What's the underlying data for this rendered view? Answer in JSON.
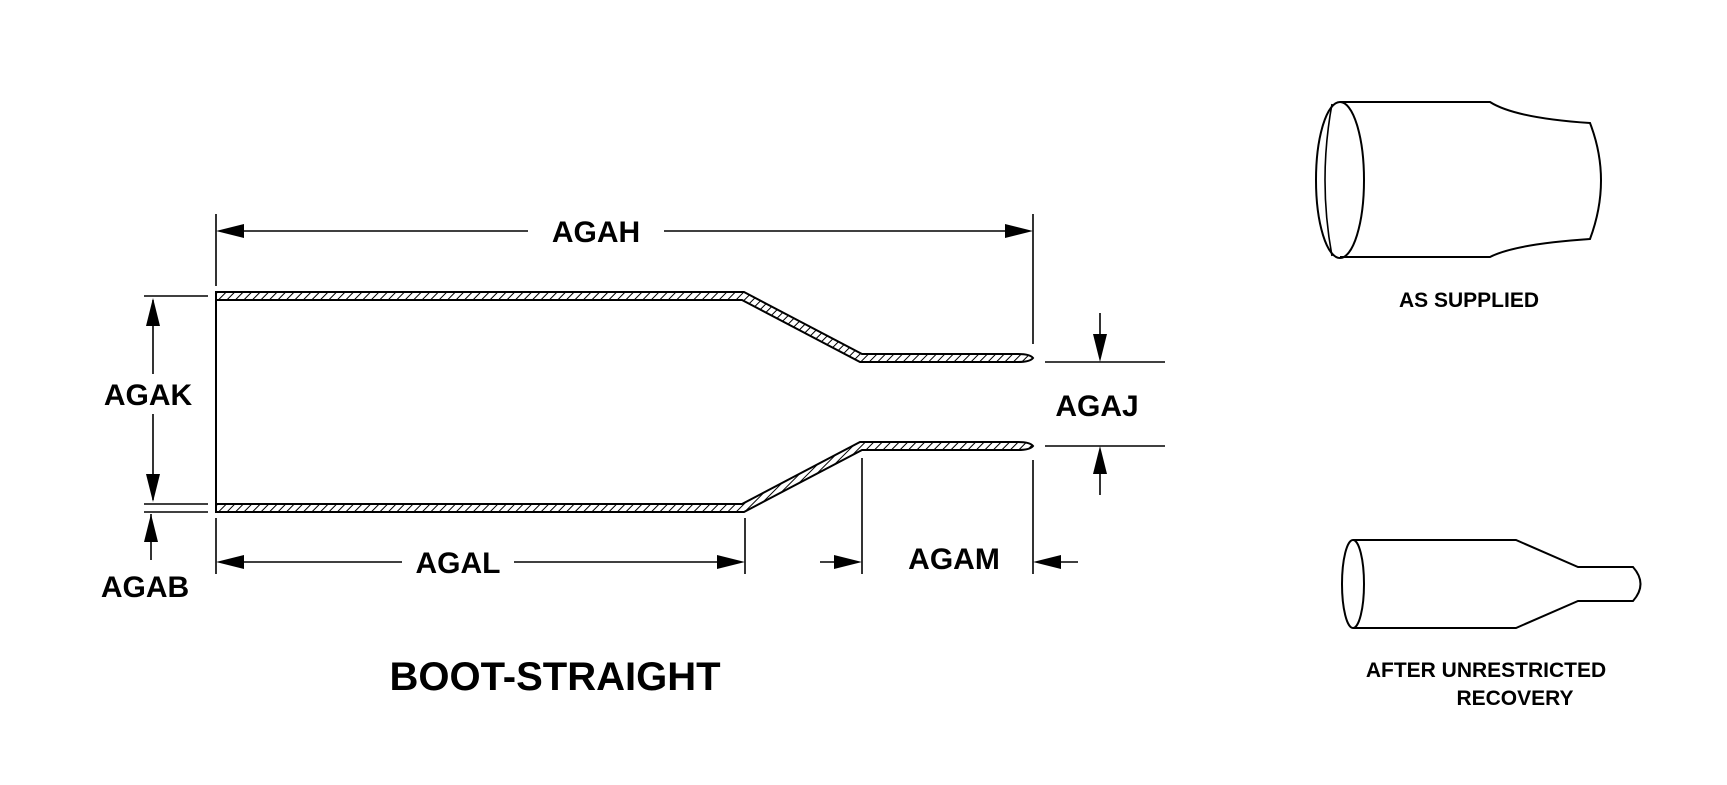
{
  "labels": {
    "overall_length": "AGAH",
    "outer_diameter": "AGAK",
    "wall_thickness": "AGAB",
    "small_diameter": "AGAJ",
    "large_section_length": "AGAL",
    "small_section_length": "AGAM"
  },
  "title": "BOOT-STRAIGHT",
  "captions": {
    "as_supplied": "AS SUPPLIED",
    "after_recovery_line1": "AFTER UNRESTRICTED",
    "after_recovery_line2": "RECOVERY"
  }
}
